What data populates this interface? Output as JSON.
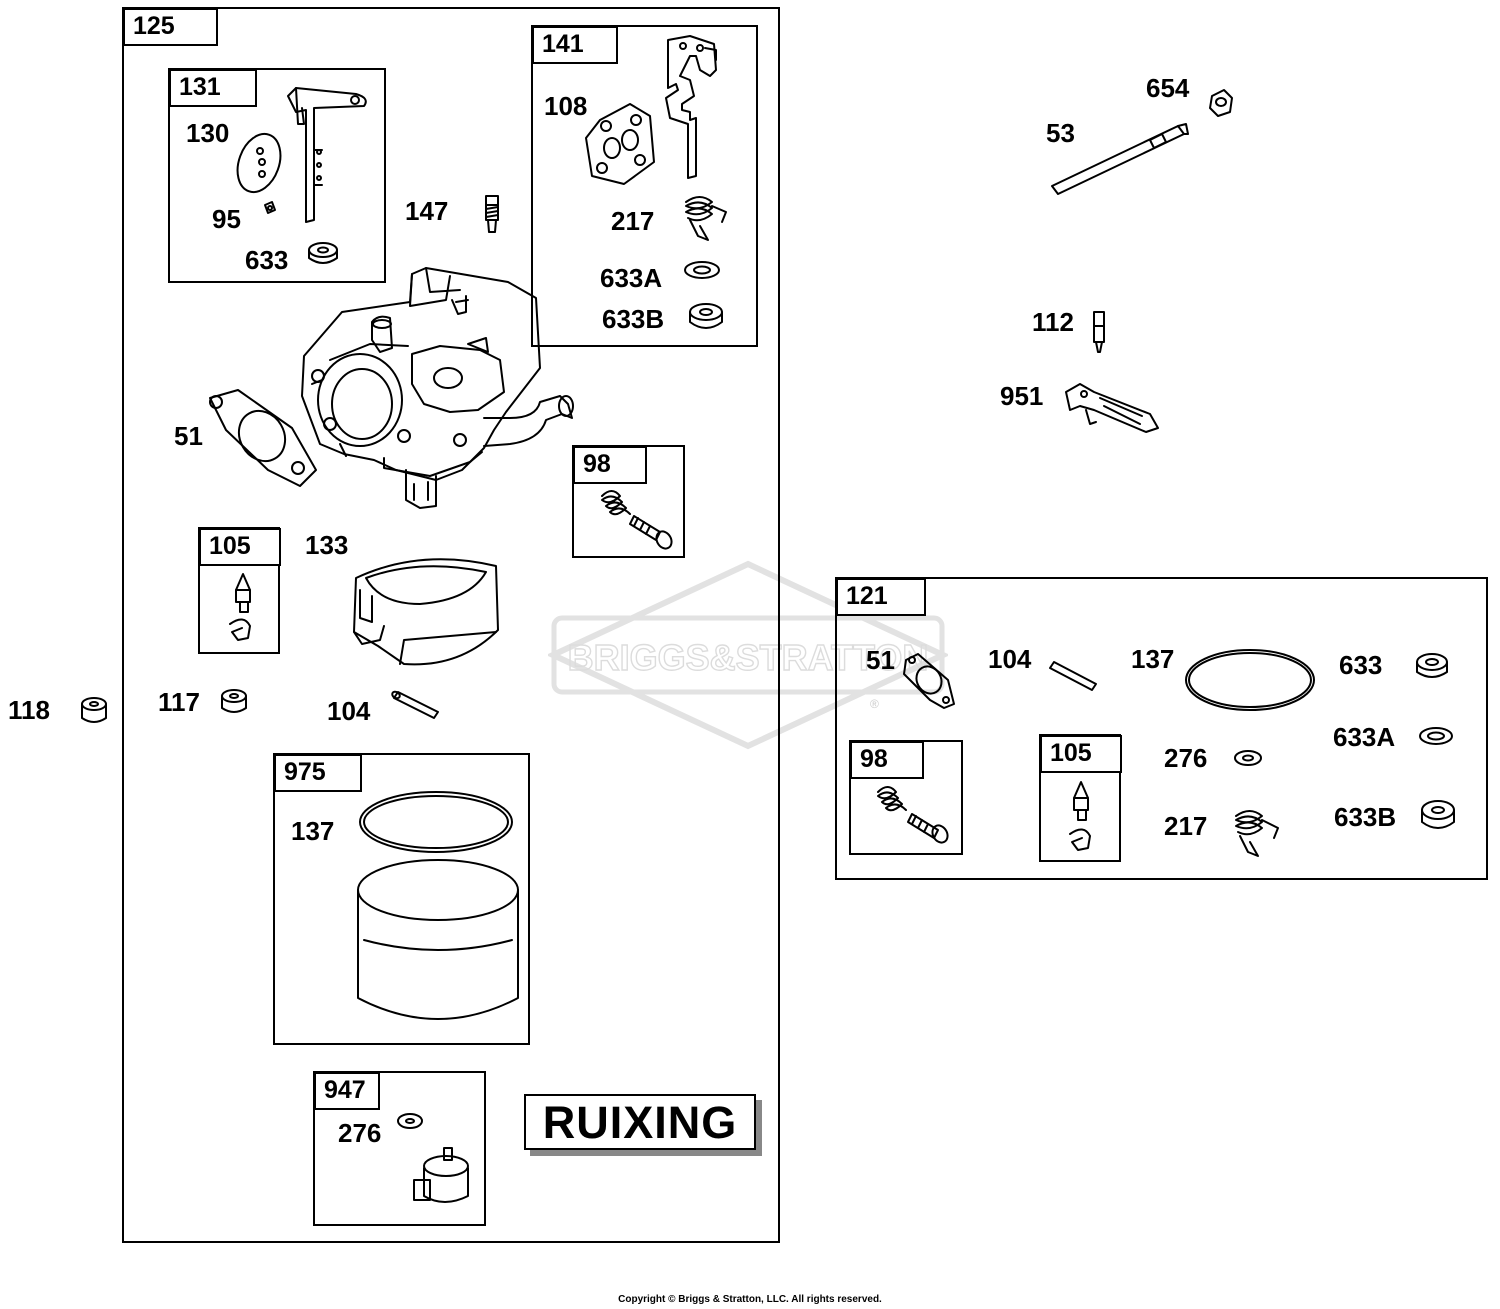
{
  "watermark": {
    "text": "BRIGGS&STRATTON",
    "registered": "®"
  },
  "groups": {
    "g125": {
      "number": "125"
    },
    "g131": {
      "number": "131"
    },
    "g141": {
      "number": "141"
    },
    "g98": {
      "number": "98"
    },
    "g105": {
      "number": "105"
    },
    "g975": {
      "number": "975"
    },
    "g947": {
      "number": "947"
    },
    "g121": {
      "number": "121"
    },
    "g121_98": {
      "number": "98"
    },
    "g121_105": {
      "number": "105"
    }
  },
  "labels": {
    "p130": "130",
    "p95": "95",
    "p633": "633",
    "p147": "147",
    "p108": "108",
    "p217": "217",
    "p633A": "633A",
    "p633B": "633B",
    "p51": "51",
    "p133": "133",
    "p117": "117",
    "p104": "104",
    "p118": "118",
    "p137": "137",
    "p276": "276",
    "p654": "654",
    "p53": "53",
    "p112": "112",
    "p951": "951",
    "r51": "51",
    "r104": "104",
    "r137": "137",
    "r633": "633",
    "r633A": "633A",
    "r276": "276",
    "r217": "217",
    "r633B": "633B"
  },
  "brand_label": "RUIXING",
  "copyright": "Copyright © Briggs & Stratton, LLC. All rights reserved."
}
